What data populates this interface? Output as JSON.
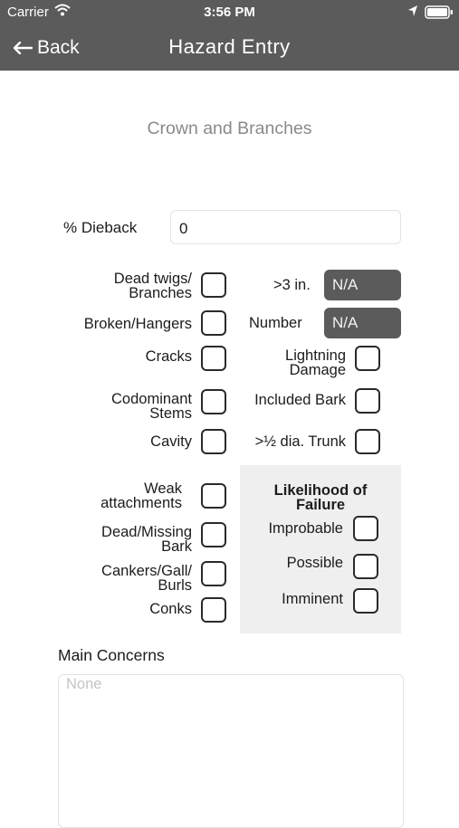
{
  "status": {
    "carrier": "Carrier",
    "time": "3:56 PM"
  },
  "nav": {
    "back": "Back",
    "title": "Hazard Entry"
  },
  "section_title": "Crown and Branches",
  "dieback": {
    "label": "% Dieback",
    "value": "0"
  },
  "left_items": [
    {
      "line1": "Dead twigs/",
      "line2": "Branches"
    },
    {
      "line1": "Broken/Hangers",
      "line2": ""
    },
    {
      "line1": "Cracks",
      "line2": ""
    },
    {
      "line1": "Codominant",
      "line2": "Stems"
    },
    {
      "line1": "Cavity",
      "line2": ""
    },
    {
      "line1": "Weak",
      "line2": "attachments"
    },
    {
      "line1": "Dead/Missing",
      "line2": "Bark"
    },
    {
      "line1": "Cankers/Gall/",
      "line2": "Burls"
    },
    {
      "line1": "Conks",
      "line2": ""
    }
  ],
  "right_fields": [
    {
      "label": ">3 in.",
      "value": "N/A"
    },
    {
      "label": "Number",
      "value": "N/A"
    }
  ],
  "right_items": [
    {
      "line1": "Lightning",
      "line2": "Damage"
    },
    {
      "line1": "Included Bark",
      "line2": ""
    },
    {
      "line1": ">½ dia. Trunk",
      "line2": ""
    }
  ],
  "failure": {
    "title1": "Likelihood of",
    "title2": "Failure",
    "options": [
      "Improbable",
      "Possible",
      "Imminent"
    ]
  },
  "concerns": {
    "label": "Main Concerns",
    "placeholder": "None"
  }
}
